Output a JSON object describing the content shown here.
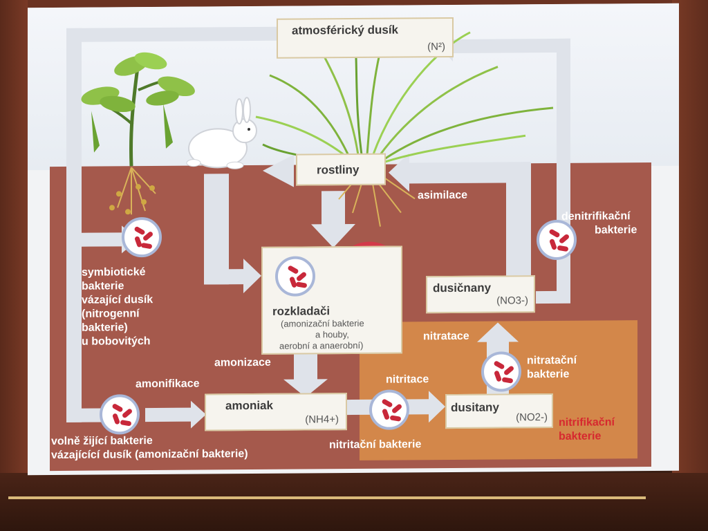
{
  "nodes": {
    "atmospheric_nitrogen": {
      "label": "atmosférický dusík",
      "formula": "(N²)"
    },
    "plants": {
      "label": "rostliny"
    },
    "decomposers": {
      "label": "rozkladači",
      "detail_1": "(amonizační bakterie",
      "detail_2": "a houby,",
      "detail_3": "aerobní a anaerobní)"
    },
    "ammonia": {
      "label": "amoniak",
      "formula": "(NH4+)"
    },
    "nitrites": {
      "label": "dusitany",
      "formula": "(NO2-)"
    },
    "nitrates": {
      "label": "dusičnany",
      "formula": "(NO3-)"
    }
  },
  "labels": {
    "assimilation": "asimilace",
    "denitrifying_bacteria_1": "denitrifikační",
    "denitrifying_bacteria_2": "bakterie",
    "symbiotic_1": "symbiotické",
    "symbiotic_2": "bakterie",
    "symbiotic_3": "vázající dusík",
    "symbiotic_4": "(nitrogenní",
    "symbiotic_5": "bakterie)",
    "symbiotic_6": "u bobovitých",
    "ammonization": "amonizace",
    "ammonification": "amonifikace",
    "nitrification_process": "nitratace",
    "nitritation_process": "nitritace",
    "nitrating_bacteria_1": "nitratační",
    "nitrating_bacteria_2": "bakterie",
    "nitrifying_bacteria_1": "nitrifikační",
    "nitrifying_bacteria_2": "bakterie",
    "nitriting_bacteria": "nitritační bakterie",
    "free_living_1": "volně žijící bakterie",
    "free_living_2": "vázajícící dusík (amonizační bakterie)"
  },
  "colors": {
    "soil": "#a5594c",
    "nitrification_zone": "#d3874a",
    "arrow": "#dfe3ea",
    "bacteria": "#c8283a",
    "accent_red": "#d6282f"
  },
  "icons": [
    "plant-legume-icon",
    "rabbit-icon",
    "grass-plant-icon",
    "mushroom-icon",
    "bacteria-icon"
  ]
}
